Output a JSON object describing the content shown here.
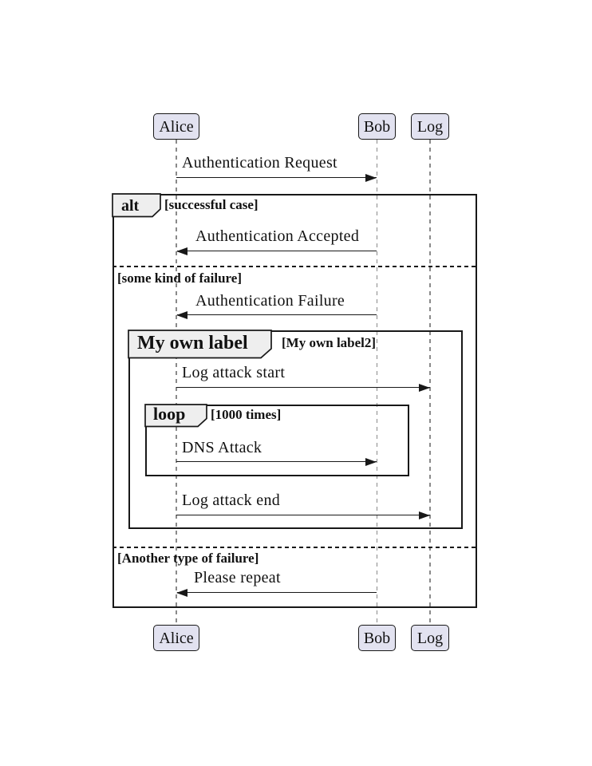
{
  "participants": [
    "Alice",
    "Bob",
    "Log"
  ],
  "messages": [
    {
      "label": "Authentication Request",
      "from": "Alice",
      "to": "Bob",
      "direction": "right"
    },
    {
      "label": "Authentication Accepted",
      "from": "Bob",
      "to": "Alice",
      "direction": "left"
    },
    {
      "label": "Authentication Failure",
      "from": "Bob",
      "to": "Alice",
      "direction": "left"
    },
    {
      "label": "Log attack start",
      "from": "Alice",
      "to": "Log",
      "direction": "right"
    },
    {
      "label": "DNS Attack",
      "from": "Alice",
      "to": "Bob",
      "direction": "right"
    },
    {
      "label": "Log attack end",
      "from": "Alice",
      "to": "Log",
      "direction": "right"
    },
    {
      "label": "Please repeat",
      "from": "Bob",
      "to": "Alice",
      "direction": "left"
    }
  ],
  "frames": {
    "alt": {
      "keyword": "alt",
      "sections": [
        "[successful case]",
        "[some kind of failure]",
        "[Another type of failure]"
      ]
    },
    "group": {
      "keyword": "My own label",
      "guard": "[My own label2]"
    },
    "loop": {
      "keyword": "loop",
      "guard": "[1000 times]"
    }
  },
  "colors": {
    "background": "#FFFFFF",
    "participant_fill": "#E2E2F0",
    "participant_border": "#181818",
    "frame_border": "#181818",
    "frame_tab_fill": "#EEEEEE",
    "lifeline": "#8A8A8A",
    "arrow": "#181818",
    "text": "#111111"
  }
}
